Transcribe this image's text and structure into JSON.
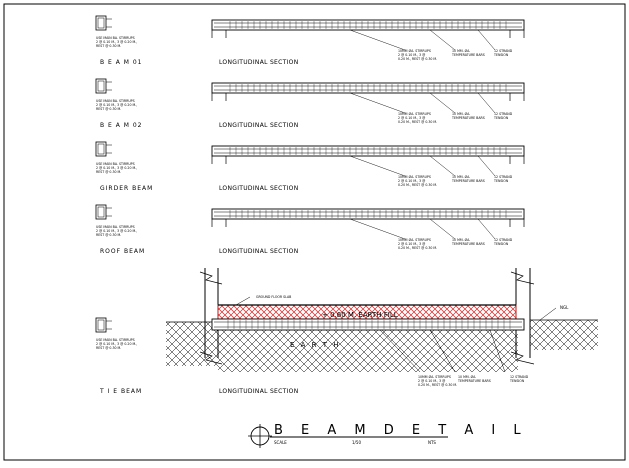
{
  "beams": [
    {
      "name": "B E A M   01",
      "section_label": "LONGITUDINAL SECTION",
      "notes": [
        "USE MAIN BA. STIRRUPS",
        "2 @ 0.10 M., 3 @ 0.20 M.,",
        "REST @ 0.30 M."
      ],
      "callouts": [
        "10MM ØA. STIRRUPS",
        "2 @ 0.10 M., 3 @",
        "0.20 M., REST @ 0.30 M.",
        "10 MM. ØA.",
        "TEMPERATURE BARS",
        "12 STRAND",
        "TENSION"
      ]
    },
    {
      "name": "B E A M   02",
      "section_label": "LONGITUDINAL SECTION",
      "notes": [
        "USE MAIN BA. STIRRUPS",
        "2 @ 0.10 M., 3 @ 0.20 M.,",
        "REST @ 0.30 M."
      ],
      "callouts": [
        "10MM ØA. STIRRUPS",
        "2 @ 0.10 M., 3 @",
        "0.20 M., REST @ 0.30 M.",
        "10 MM. ØA.",
        "TEMPERATURE BARS",
        "12 STRAND",
        "TENSION"
      ]
    },
    {
      "name": "GIRDER BEAM",
      "section_label": "LONGITUDINAL SECTION",
      "notes": [
        "USE MAIN BA. STIRRUPS",
        "2 @ 0.10 M., 3 @ 0.20 M.,",
        "REST @ 0.30 M."
      ],
      "callouts": [
        "10MM ØA. STIRRUPS",
        "2 @ 0.10 M., 3 @",
        "0.20 M., REST @ 0.30 M.",
        "10 MM. ØA.",
        "TEMPERATURE BARS",
        "12 STRAND",
        "TENSION"
      ]
    },
    {
      "name": "ROOF BEAM",
      "section_label": "LONGITUDINAL SECTION",
      "notes": [
        "USE MAIN BA. STIRRUPS",
        "2 @ 0.10 M., 3 @ 0.20 M.,",
        "REST @ 0.30 M."
      ],
      "callouts": [
        "10MM ØA. STIRRUPS",
        "2 @ 0.10 M., 3 @",
        "0.20 M., REST @ 0.30 M.",
        "10 MM. ØA.",
        "TEMPERATURE BARS",
        "12 STRAND",
        "TENSION"
      ]
    }
  ],
  "tie_beam": {
    "name": "T I E   BEAM",
    "section_label": "LONGITUDINAL SECTION",
    "notes": [
      "USE MAIN BA. STIRRUPS",
      "2 @ 0.10 M., 3 @ 0.20 M.,",
      "REST @ 0.30 M."
    ],
    "slab_label": "GROUND FLOOR SLAB",
    "fill_label": "+ 0.60 M. EARTH FILL",
    "earth_label": "E A R T H",
    "ngl_label": "NGL",
    "callouts": [
      "10MM ØA. STIRRUPS",
      "2 @ 0.10 M., 3 @",
      "0.20 M., REST @ 0.30 M.",
      "10 MM. ØA.",
      "TEMPERATURE BARS",
      "12 STRAND",
      "TENSION"
    ]
  },
  "title_block": {
    "title": "B E A M   D E T A I L",
    "scale_label": "SCALE",
    "scale_value": "1/50",
    "nts": "NTS"
  },
  "colors": {
    "line": "#000000",
    "fill_hatch": "#e02020"
  }
}
